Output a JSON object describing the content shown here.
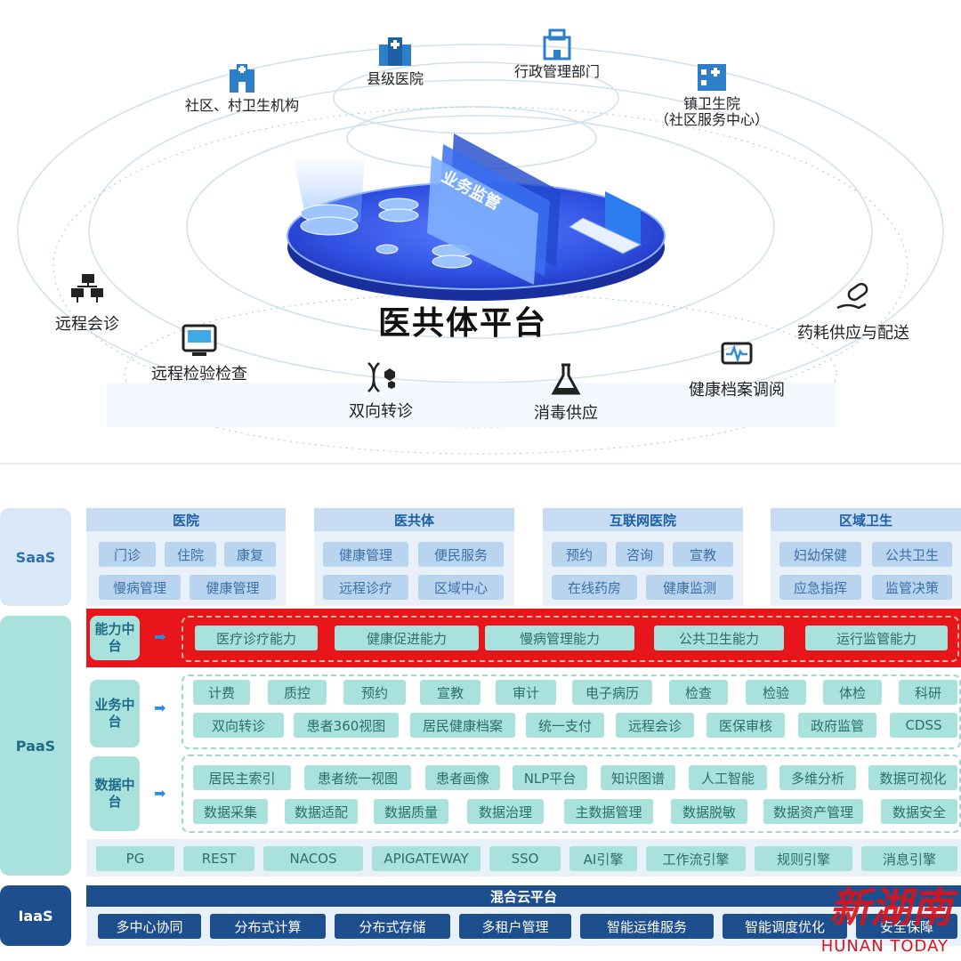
{
  "top": {
    "platform_title": "医共体平台",
    "screen_label": "业务监管",
    "nodes": {
      "county_hospital": "县级医院",
      "admin_dept": "行政管理部门",
      "community": "社区、村卫生机构",
      "town_line1": "镇卫生院",
      "town_line2": "（社区服务中心）"
    },
    "services": {
      "remote_consult": "远程会诊",
      "remote_exam": "远程检验检查",
      "referral": "双向转诊",
      "disinfection": "消毒供应",
      "health_records": "健康档案调阅",
      "drug_supply": "药耗供应与配送"
    }
  },
  "layers": {
    "saas": "SaaS",
    "paas": "PaaS",
    "iaas": "IaaS"
  },
  "saas_groups": [
    {
      "title": "医院",
      "items": [
        "门诊",
        "住院",
        "康复",
        "慢病管理",
        "健康管理"
      ]
    },
    {
      "title": "医共体",
      "items": [
        "健康管理",
        "便民服务",
        "远程诊疗",
        "区域中心"
      ]
    },
    {
      "title": "互联网医院",
      "items": [
        "预约",
        "咨询",
        "宣教",
        "在线药房",
        "健康监测"
      ]
    },
    {
      "title": "区域卫生",
      "items": [
        "妇幼保健",
        "公共卫生",
        "应急指挥",
        "监管决策"
      ]
    }
  ],
  "capability": {
    "label": "能力中台",
    "items": [
      "医疗诊疗能力",
      "健康促进能力",
      "慢病管理能力",
      "公共卫生能力",
      "运行监管能力"
    ]
  },
  "business": {
    "label": "业务中台",
    "row1": [
      "计费",
      "质控",
      "预约",
      "宣教",
      "审计",
      "电子病历",
      "检查",
      "检验",
      "体检",
      "科研"
    ],
    "row2": [
      "双向转诊",
      "患者360视图",
      "居民健康档案",
      "统一支付",
      "远程会诊",
      "医保审核",
      "政府监管",
      "CDSS"
    ]
  },
  "data_center": {
    "label": "数据中台",
    "row1": [
      "居民主索引",
      "患者统一视图",
      "患者画像",
      "NLP平台",
      "知识图谱",
      "人工智能",
      "多维分析",
      "数据可视化"
    ],
    "row2": [
      "数据采集",
      "数据适配",
      "数据质量",
      "数据治理",
      "主数据管理",
      "数据脱敏",
      "数据资产管理",
      "数据安全"
    ]
  },
  "tech_row": [
    "PG",
    "REST",
    "NACOS",
    "APIGATEWAY",
    "SSO",
    "AI引擎",
    "工作流引擎",
    "规则引擎",
    "消息引擎"
  ],
  "iaas": {
    "bar_title": "混合云平台",
    "items": [
      "多中心协同",
      "分布式计算",
      "分布式存储",
      "多租户管理",
      "智能运维服务",
      "智能调度优化",
      "安全保障"
    ]
  },
  "watermark": {
    "brand": "新湖南",
    "brand_en": "HUNAN TODAY"
  },
  "colors": {
    "accent_blue": "#1d4f8f",
    "saas_label": "#d9e8f7",
    "paas_teal": "#a9e2dc",
    "highlight_red": "#e8151b",
    "platform_blue": "#2f4fe0"
  }
}
